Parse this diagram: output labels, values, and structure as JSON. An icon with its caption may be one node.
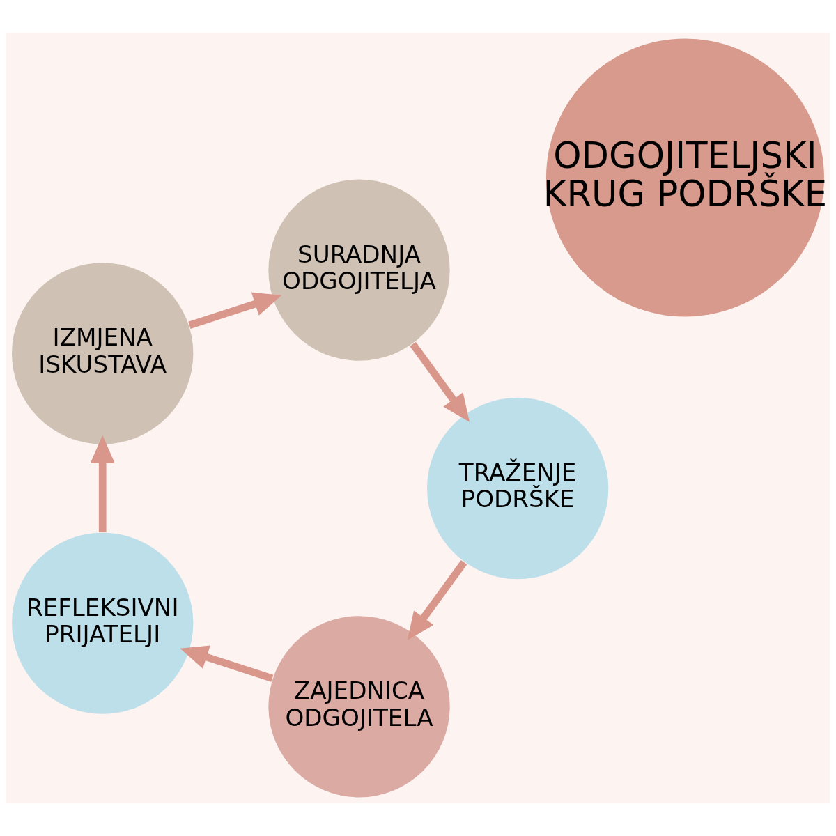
{
  "diagram": {
    "nodes": [
      {
        "text": [
          "ODGOJITELJSKI KRUG PODRŠKE"
        ]
      },
      {
        "text": [
          "ZAJEDNICA ODGOJITELA"
        ]
      },
      {
        "text": [
          "REFLEKSIVNI PRIJATELJI"
        ]
      },
      {
        "text": [
          "IZMJENA ISKUSTAVA"
        ]
      },
      {
        "text": [
          "SURADNJA ODGOJITELJA"
        ]
      },
      {
        "text": [
          "TRAŽENJE PODRŠKE"
        ]
      }
    ],
    "edges": [
      {
        "from": 1,
        "to": 2,
        "arrow": "to"
      },
      {
        "from": 2,
        "to": 3,
        "arrow": "to"
      },
      {
        "from": 3,
        "to": 4,
        "arrow": "to"
      },
      {
        "from": 4,
        "to": 5,
        "arrow": "to"
      },
      {
        "from": 5,
        "to": 1,
        "arrow": "to"
      }
    ]
  }
}
